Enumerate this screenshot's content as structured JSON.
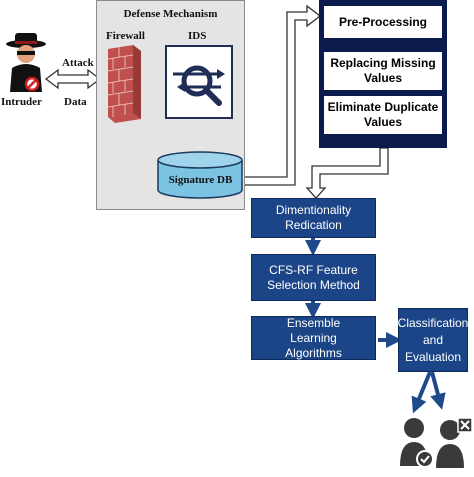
{
  "defense": {
    "title": "Defense Mechanism",
    "firewall_label": "Firewall",
    "ids_label": "IDS",
    "db_label": "Signature DB"
  },
  "intruder": {
    "label": "Intruder",
    "attack_label": "Attack",
    "data_label": "Data"
  },
  "preprocessing": {
    "items": [
      {
        "text": "Pre-Processing"
      },
      {
        "text": "Replacing Missing Values"
      },
      {
        "text": "Eliminate Duplicate Values"
      }
    ]
  },
  "flow": {
    "dimensionality": "Dimentionality Redication",
    "cfs_rf": "CFS-RF Feature Selection Method",
    "ensemble": "Ensemble Learning Algorithms",
    "classification": "Classification and Evaluation"
  },
  "colors": {
    "panel_dark": "#0c1b4e",
    "box_blue": "#1b4586",
    "arrow_blue": "#1e4a8c",
    "defense_bg": "#e4e4e4",
    "db_cyan": "#7ac3e3",
    "brick_red": "#c0504d"
  },
  "icons": [
    "intruder-icon",
    "firewall-icon",
    "ids-icon",
    "database-icon",
    "user-check-icon",
    "user-x-icon"
  ]
}
